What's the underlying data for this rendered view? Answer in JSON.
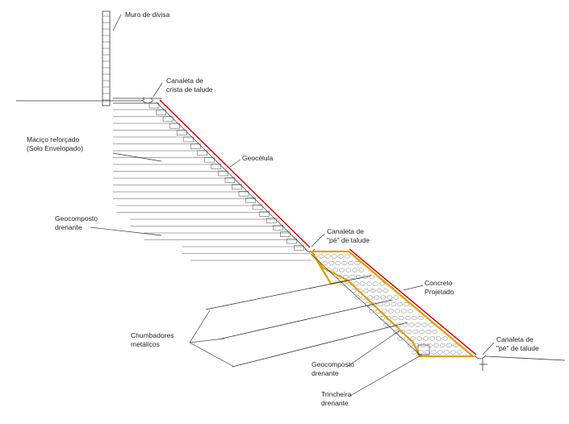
{
  "labels": {
    "muro_divisa": "Muro de divisa",
    "canaleta_crista_1": "Canaleta de",
    "canaleta_crista_2": "crista de talude",
    "macico_1": "Maciço reforçado",
    "macico_2": "(Solo Envelopado)",
    "geocelula": "Geocélula",
    "geocomposto_1": "Geocomposto",
    "geocomposto_2": "drenante",
    "canaleta_pe_mid_1": "Canaleta de",
    "canaleta_pe_mid_2": "\"pé\" de talude",
    "concreto_1": "Concreto",
    "concreto_2": "Projetado",
    "chumbadores_1": "Chumbadores",
    "chumbadores_2": "metálicos",
    "canaleta_pe_low_1": "Canaleta de",
    "canaleta_pe_low_2": "\"pé\" de talude",
    "geocomposto_low_1": "Geocomposto",
    "geocomposto_low_2": "drenante",
    "trincheira_1": "Trincheira",
    "trincheira_2": "drenante"
  },
  "colors": {
    "geocell_face": "#e01010",
    "concrete_outline": "#e0a000",
    "linework": "#333333"
  }
}
